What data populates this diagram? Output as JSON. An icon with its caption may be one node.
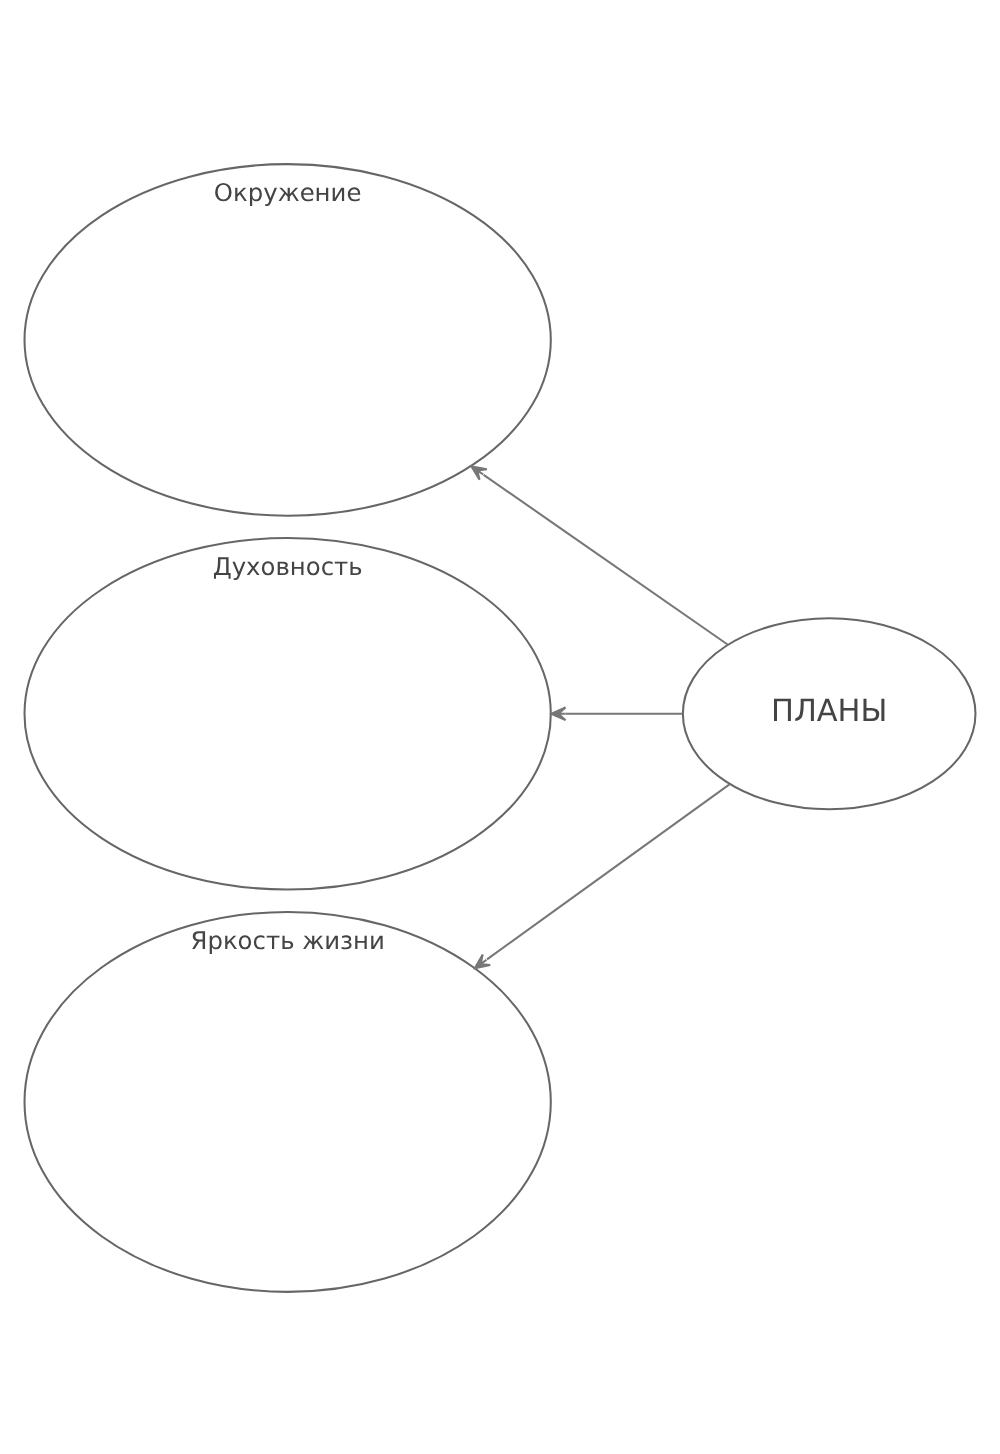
{
  "diagram": {
    "nodes": [
      {
        "text": [
          "Окружение"
        ]
      },
      {
        "text": [
          "Духовность"
        ]
      },
      {
        "text": [
          "ПЛАНЫ"
        ]
      },
      {
        "text": [
          "Яркость жизни"
        ]
      }
    ],
    "edges": [
      {
        "from": 2,
        "to": 0,
        "arrow": "to"
      },
      {
        "from": 2,
        "to": 1,
        "arrow": "to"
      },
      {
        "from": 2,
        "to": 3,
        "arrow": "to"
      }
    ]
  }
}
